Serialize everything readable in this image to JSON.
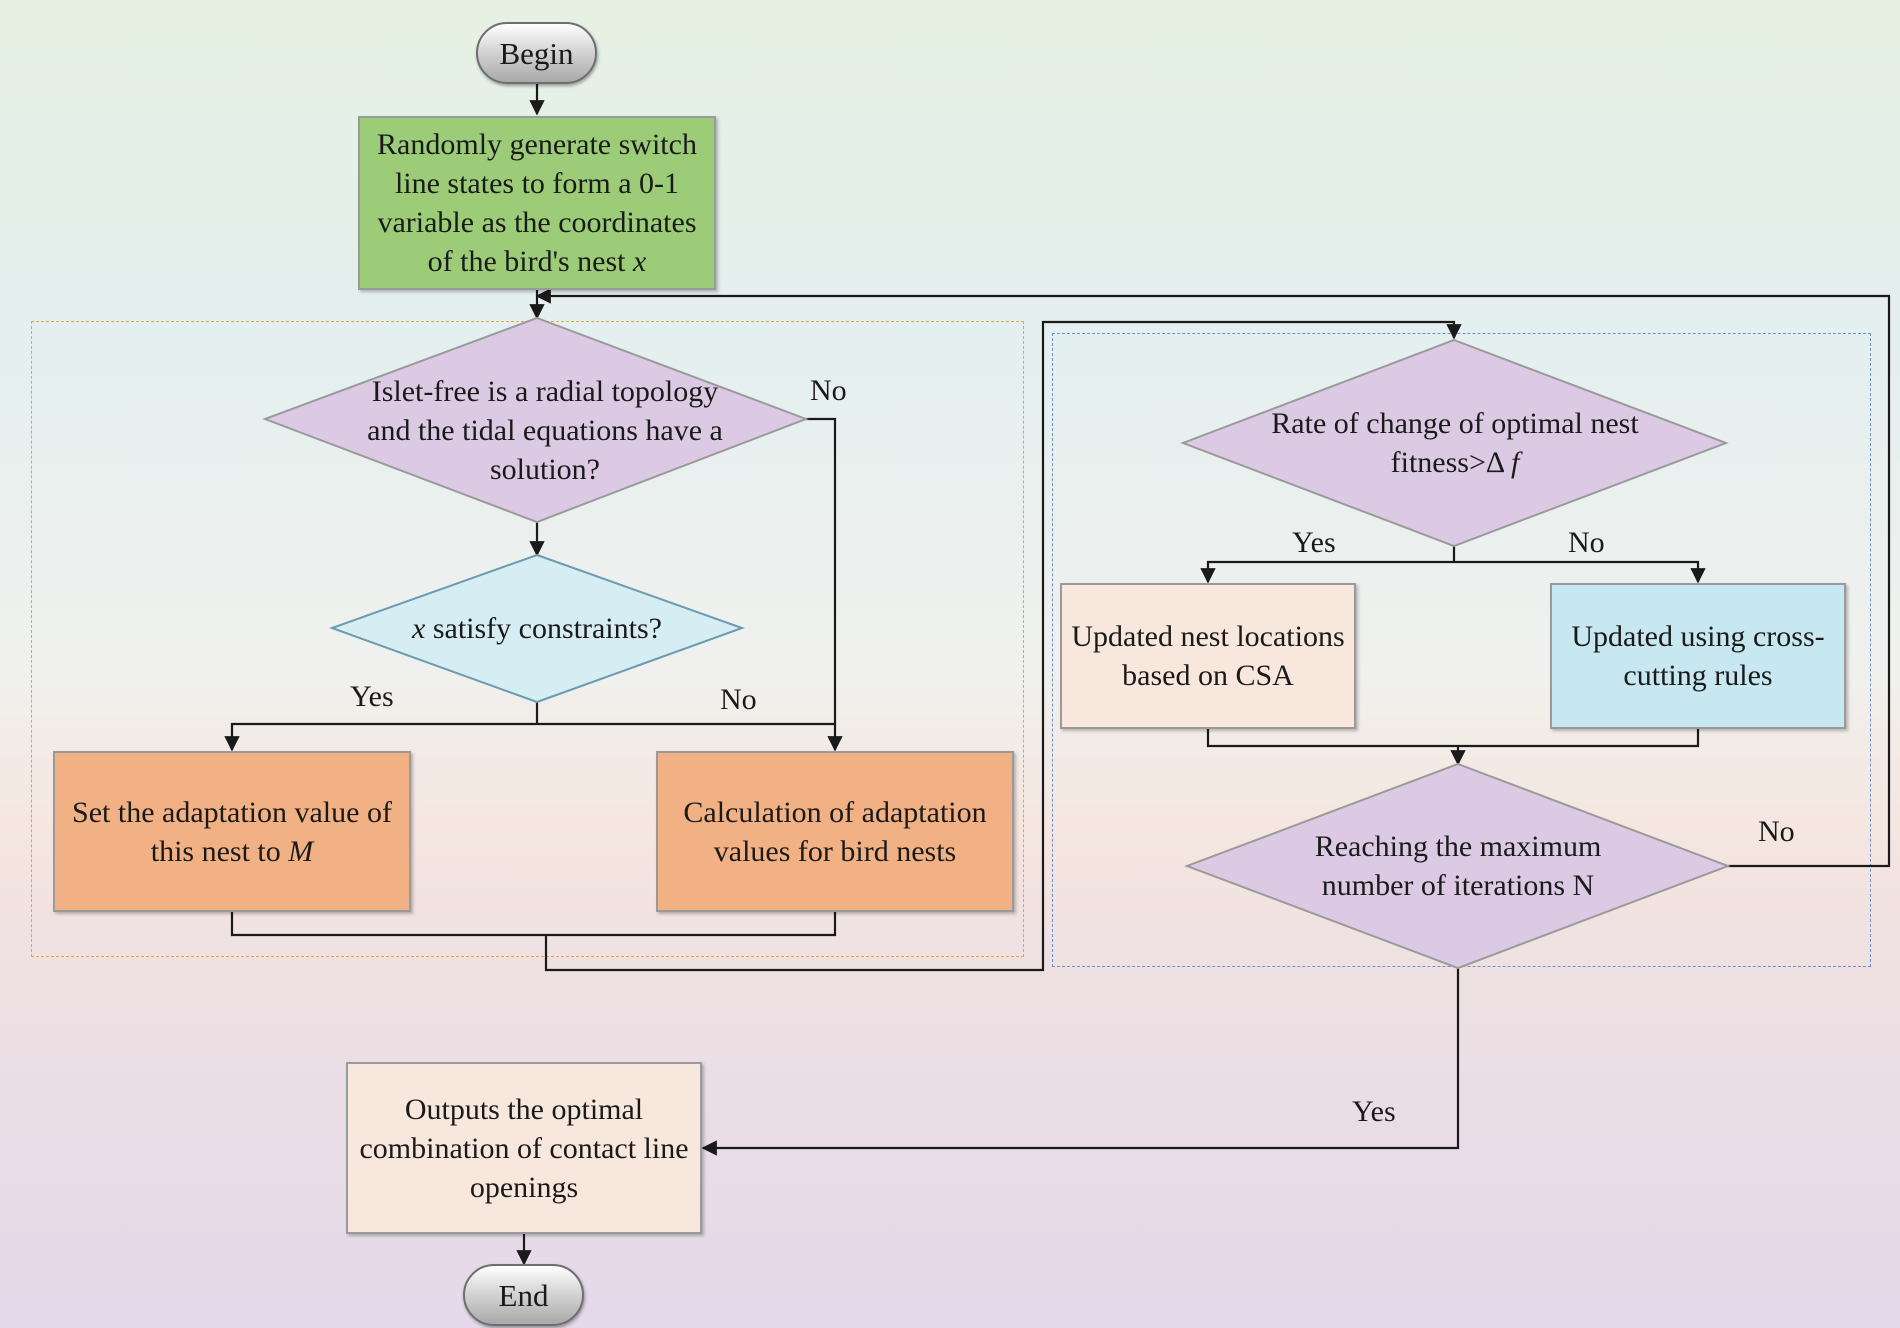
{
  "colors": {
    "start_green": "#9ccc78",
    "decision_purple": "#dcc9e3",
    "decision_cyan": "#d6eef3",
    "process_orange": "#f1b184",
    "process_peach": "#f8e7dc",
    "process_blue": "#c7e7f1",
    "left_region_border": "#e0a93a",
    "right_region_border": "#6e92cf"
  },
  "nodes": {
    "begin": "Begin",
    "generate": {
      "line1": "Randomly generate switch",
      "line2": "line states to form a 0-1",
      "line3": "variable as the coordinates",
      "line4_prefix": "of the bird's nest ",
      "line4_var": "x"
    },
    "islet_check": {
      "line1": "Islet-free is a radial topology",
      "line2": "and the tidal equations have a",
      "line3": "solution?"
    },
    "constraints": {
      "var": "x",
      "text": " satisfy constraints?"
    },
    "set_value": {
      "line1": "Set the adaptation value of",
      "line2_prefix": "this nest to ",
      "line2_var": "M"
    },
    "calc_value": {
      "line1": "Calculation of adaptation",
      "line2": "values for bird nests"
    },
    "rate_check": {
      "line1": "Rate of change of optimal nest",
      "line2_prefix": "fitness>Δ ",
      "line2_var": "f"
    },
    "csa_update": {
      "line1": "Updated nest locations",
      "line2": "based on CSA"
    },
    "cross_update": {
      "line1": "Updated using cross-",
      "line2": "cutting rules"
    },
    "max_iter": {
      "line1": "Reaching the maximum",
      "line2": "number of iterations N"
    },
    "output": {
      "line1": "Outputs the optimal",
      "line2": "combination of contact line",
      "line3": "openings"
    },
    "end": "End"
  },
  "edge_labels": {
    "islet_no": "No",
    "constraints_yes": "Yes",
    "constraints_no": "No",
    "rate_yes": "Yes",
    "rate_no": "No",
    "max_no": "No",
    "max_yes": "Yes"
  }
}
